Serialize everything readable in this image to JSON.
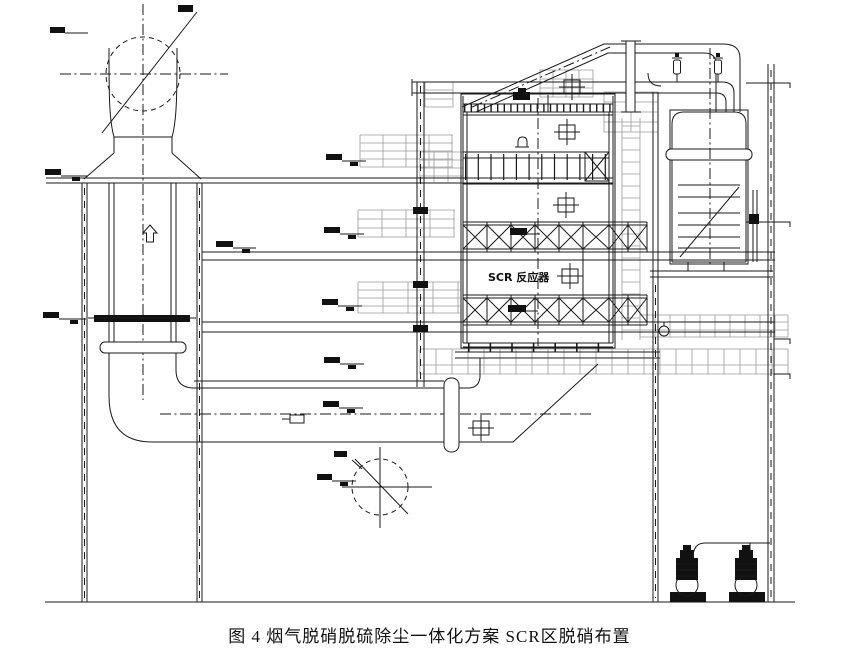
{
  "figure": {
    "caption": "图 4  烟气脱硝脱硫除尘一体化方案 SCR区脱硝布置"
  },
  "drawing": {
    "scr_reactor_label": "SCR 反应器",
    "flow_direction_arrow": "up",
    "catalyst_layer_bands": 2,
    "pump_count": 2,
    "manhole_symbol_count": 5,
    "elevation_marker_count": 14,
    "elevation_markers_legible": false
  },
  "colors": {
    "line": "#1a1a1a",
    "secondary_structure": "#9b9b9b",
    "background": "#ffffff"
  }
}
